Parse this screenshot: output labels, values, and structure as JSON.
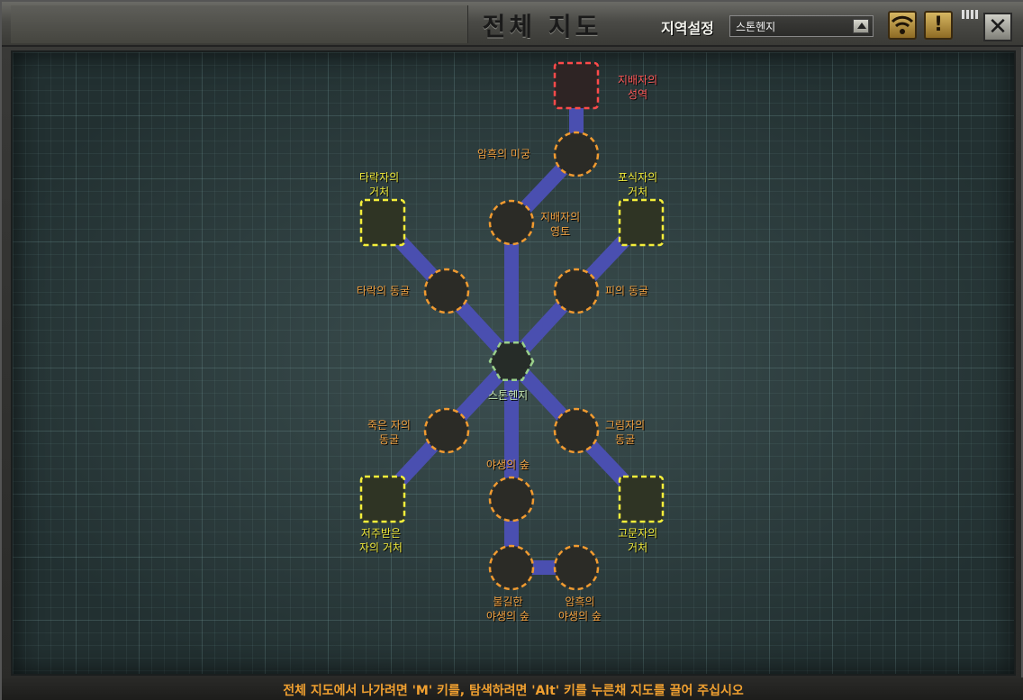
{
  "window": {
    "title": "전체 지도",
    "region_label": "지역설정",
    "region_selected": "스톤헨지",
    "buttons": {
      "signal_icon": "wifi-signal-icon",
      "alert_label": "!",
      "close_label": "✕"
    }
  },
  "map": {
    "nodes": [
      {
        "id": "sanctum",
        "label_1": "지배자의",
        "label_2": "성역",
        "kind": "boss"
      },
      {
        "id": "dark_maze",
        "label_1": "암흑의 미궁",
        "label_2": "",
        "kind": "dungeon"
      },
      {
        "id": "ruler_domain",
        "label_1": "지배자의",
        "label_2": "영토",
        "kind": "dungeon"
      },
      {
        "id": "fallen_lair",
        "label_1": "타락자의",
        "label_2": "거처",
        "kind": "lair"
      },
      {
        "id": "predator_lair",
        "label_1": "포식자의",
        "label_2": "거처",
        "kind": "lair"
      },
      {
        "id": "fallen_cave",
        "label_1": "타락의 동굴",
        "label_2": "",
        "kind": "dungeon"
      },
      {
        "id": "blood_cave",
        "label_1": "피의 동굴",
        "label_2": "",
        "kind": "dungeon"
      },
      {
        "id": "stonehenge",
        "label_1": "스톤헨지",
        "label_2": "",
        "kind": "town"
      },
      {
        "id": "dead_cave",
        "label_1": "죽은 자의",
        "label_2": "동굴",
        "kind": "dungeon"
      },
      {
        "id": "shadow_cave",
        "label_1": "그림자의",
        "label_2": "동굴",
        "kind": "dungeon"
      },
      {
        "id": "wild_forest",
        "label_1": "야생의 숲",
        "label_2": "",
        "kind": "dungeon"
      },
      {
        "id": "cursed_lair",
        "label_1": "저주받은",
        "label_2": "자의 거처",
        "kind": "lair"
      },
      {
        "id": "torturer_lair",
        "label_1": "고문자의",
        "label_2": "거처",
        "kind": "lair"
      },
      {
        "id": "ominous_forest",
        "label_1": "불길한",
        "label_2": "야생의 숲",
        "kind": "dungeon"
      },
      {
        "id": "dark_wild_forest",
        "label_1": "암흑의",
        "label_2": "야생의 숲",
        "kind": "dungeon"
      }
    ],
    "edges": [
      [
        "sanctum",
        "dark_maze"
      ],
      [
        "dark_maze",
        "ruler_domain"
      ],
      [
        "ruler_domain",
        "stonehenge"
      ],
      [
        "fallen_lair",
        "fallen_cave"
      ],
      [
        "fallen_cave",
        "stonehenge"
      ],
      [
        "predator_lair",
        "blood_cave"
      ],
      [
        "blood_cave",
        "stonehenge"
      ],
      [
        "stonehenge",
        "dead_cave"
      ],
      [
        "dead_cave",
        "cursed_lair"
      ],
      [
        "stonehenge",
        "shadow_cave"
      ],
      [
        "shadow_cave",
        "torturer_lair"
      ],
      [
        "stonehenge",
        "wild_forest"
      ],
      [
        "wild_forest",
        "ominous_forest"
      ],
      [
        "ominous_forest",
        "dark_wild_forest"
      ]
    ],
    "colors": {
      "path": "#4a4fb0",
      "dungeon_border": "#f09a30",
      "lair_border": "#f4ee3a",
      "boss_border": "#ff4a4a",
      "town_border": "#9ad08a"
    }
  },
  "footer": {
    "hint": "전체 지도에서 나가려면 'M' 키를, 탐색하려면 'Alt' 키를 누른채 지도를 끌어 주십시오"
  }
}
